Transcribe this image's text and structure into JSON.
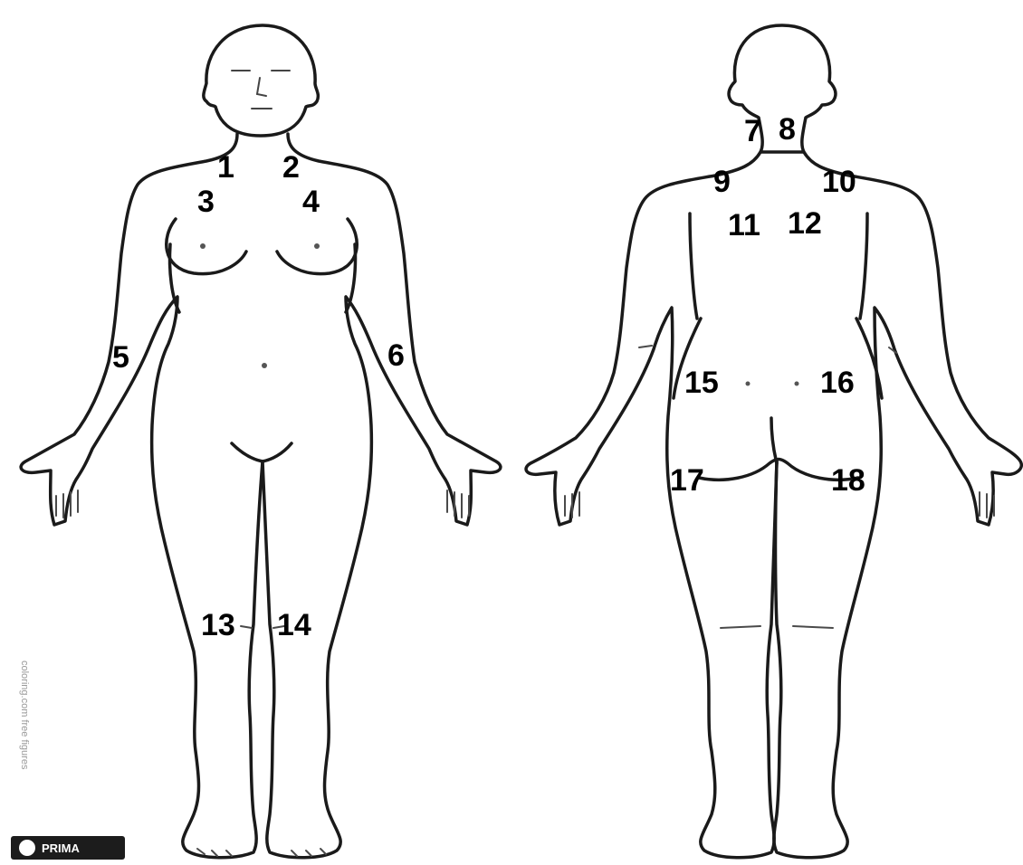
{
  "figures": {
    "front": {
      "name": "front-view"
    },
    "back": {
      "name": "back-view"
    }
  },
  "points": [
    {
      "label": "1",
      "view": "front"
    },
    {
      "label": "2",
      "view": "front"
    },
    {
      "label": "3",
      "view": "front"
    },
    {
      "label": "4",
      "view": "front"
    },
    {
      "label": "5",
      "view": "front"
    },
    {
      "label": "6",
      "view": "front"
    },
    {
      "label": "13",
      "view": "front"
    },
    {
      "label": "14",
      "view": "front"
    },
    {
      "label": "7",
      "view": "back"
    },
    {
      "label": "8",
      "view": "back"
    },
    {
      "label": "9",
      "view": "back"
    },
    {
      "label": "10",
      "view": "back"
    },
    {
      "label": "11",
      "view": "back"
    },
    {
      "label": "12",
      "view": "back"
    },
    {
      "label": "15",
      "view": "back"
    },
    {
      "label": "16",
      "view": "back"
    },
    {
      "label": "17",
      "view": "back"
    },
    {
      "label": "18",
      "view": "back"
    }
  ],
  "watermark": {
    "vertical_credit": "coloring.com free figures",
    "logo_text": "PRIMA"
  }
}
